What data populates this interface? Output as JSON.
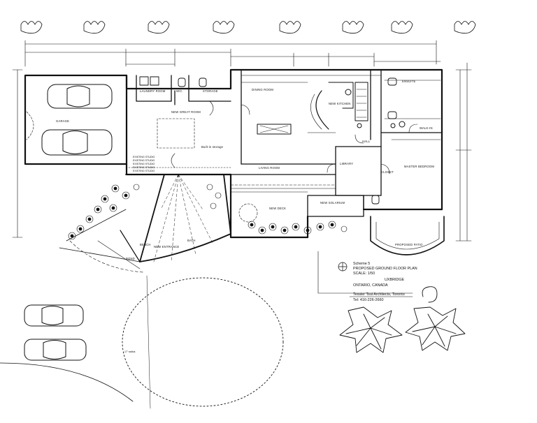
{
  "rooms": {
    "garage": "GARAGE",
    "laundry": "LAUNDRY ROOM",
    "wc": "W/C",
    "storage": "STORAGE",
    "great_room": "NEW GREAT ROOM",
    "dining": "DINING ROOM",
    "kitchen": "NEW KITCHEN",
    "ensuite": "ENSUITE",
    "walkin": "WALK-IN",
    "hall": "HALL",
    "library": "LIBRARY",
    "master": "MASTER BEDROOM",
    "living": "LIVING ROOM",
    "deck": "NEW DECK",
    "solarium": "NEW SOLARIUM",
    "entrance": "NEW ENTRANCE",
    "patio": "PROPOSED PATIO",
    "closet": "CLOSET",
    "bath": "BATH",
    "bench": "BENCH",
    "pond": "POND"
  },
  "notes": {
    "built_in": "Built-in storage",
    "garage_list": [
      "EXISTING STUDIO",
      "EXISTING STUDIO",
      "EXISTING STUDIO",
      "EXISTING STUDIO",
      "EXISTING STUDIO"
    ],
    "radius": "17' radius"
  },
  "title_block": {
    "scheme": "Scheme 5",
    "title": "PROPOSED GROUND FLOOR PLAN",
    "scale": "SCALE: 1/50",
    "location": "UXBRIDGE",
    "region": "ONTARIO, CANADA",
    "architect": "Tessier Tsui Architects, Toronto",
    "phone": "Tel: 416-226-2660"
  }
}
